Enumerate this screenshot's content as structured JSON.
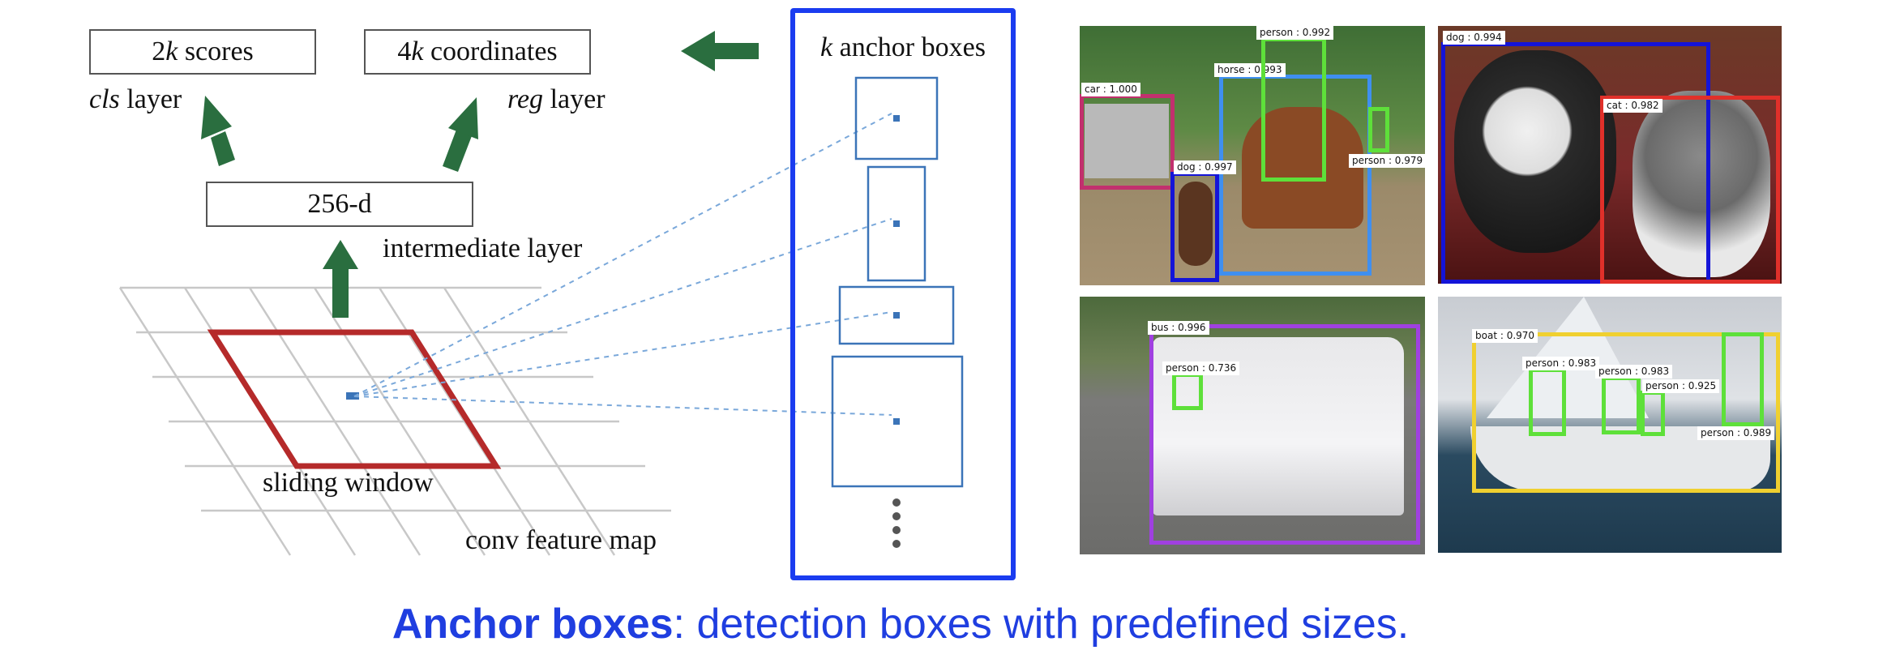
{
  "colors": {
    "arrow": "#2a6e3f",
    "window": "#b52a2a",
    "anchor": "#3b74b8",
    "anchor_panel_border": "#1a3cf0",
    "caption": "#1f3ee0",
    "grid": "#c8c8c8"
  },
  "rpn": {
    "scores_box": {
      "prefix": "2",
      "var": "k",
      "suffix": " scores"
    },
    "coords_box": {
      "prefix": "4",
      "var": "k",
      "suffix": " coordinates"
    },
    "cls_layer": {
      "italic": "cls",
      "rest": " layer"
    },
    "reg_layer": {
      "italic": "reg",
      "rest": " layer"
    },
    "intermediate_box": "256-d",
    "intermediate_label": "intermediate layer",
    "sliding_window_label": "sliding window",
    "feature_map_label": "conv feature map"
  },
  "anchors": {
    "title_var": "k",
    "title_rest": " anchor boxes"
  },
  "detections": {
    "photo1": [
      {
        "label": "car : 1.000",
        "color": "#c2306e"
      },
      {
        "label": "person : 0.992",
        "color": "#5ee03a"
      },
      {
        "label": "horse : 0.993",
        "color": "#3f8ff0"
      },
      {
        "label": "dog : 0.997",
        "color": "#1414d8"
      },
      {
        "label": "person : 0.979",
        "color": "#5ee03a"
      }
    ],
    "photo2": [
      {
        "label": "dog : 0.994",
        "color": "#1414d8"
      },
      {
        "label": "cat : 0.982",
        "color": "#e0302a"
      }
    ],
    "photo3": [
      {
        "label": "bus : 0.996",
        "color": "#a040e0"
      },
      {
        "label": "person : 0.736",
        "color": "#5ee03a"
      }
    ],
    "photo4": [
      {
        "label": "boat : 0.970",
        "color": "#f0d030"
      },
      {
        "label": "person : 0.983",
        "color": "#5ee03a"
      },
      {
        "label": "person : 0.983",
        "color": "#5ee03a"
      },
      {
        "label": "person : 0.925",
        "color": "#5ee03a"
      },
      {
        "label": "person : 0.989",
        "color": "#5ee03a"
      }
    ]
  },
  "caption": {
    "bold": "Anchor boxes",
    "rest": ": detection boxes with predefined sizes."
  }
}
